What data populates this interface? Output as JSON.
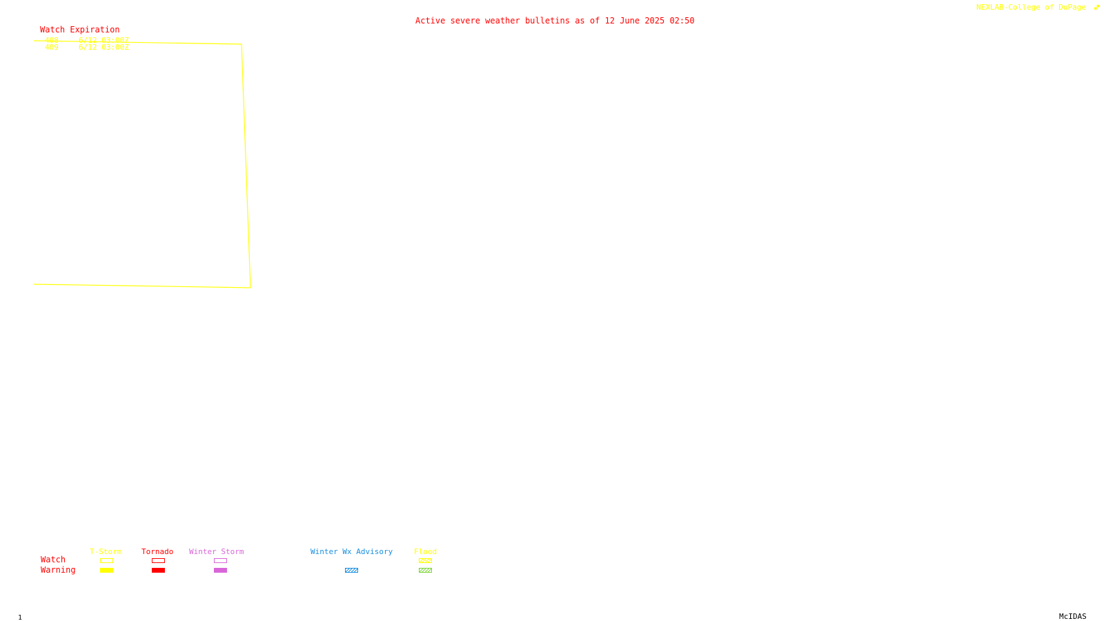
{
  "header": {
    "title": "Active severe weather bulletins as of 12 June 2025 02:50",
    "credit": "NEXLAB-College of DuPage"
  },
  "watch_list": {
    "heading": "Watch Expiration",
    "rows": [
      {
        "id": "408",
        "expires": "6/12 03:00Z"
      },
      {
        "id": "409",
        "expires": "6/12 03:00Z"
      }
    ]
  },
  "legend": {
    "row_labels": {
      "watch": "Watch",
      "warning": "Warning"
    },
    "columns": [
      {
        "label": "T-Storm",
        "color": "#ffff00"
      },
      {
        "label": "Tornado",
        "color": "#ff0000"
      },
      {
        "label": "Winter Storm",
        "color": "#d966d9"
      },
      {
        "label": "Winter Wx Advisory",
        "color": "#1a90e0"
      },
      {
        "label": "Flood",
        "color": "#ffff00",
        "warning_color": "#7cd63a"
      }
    ]
  },
  "footer": {
    "frame_number": "1",
    "software": "McIDAS"
  }
}
